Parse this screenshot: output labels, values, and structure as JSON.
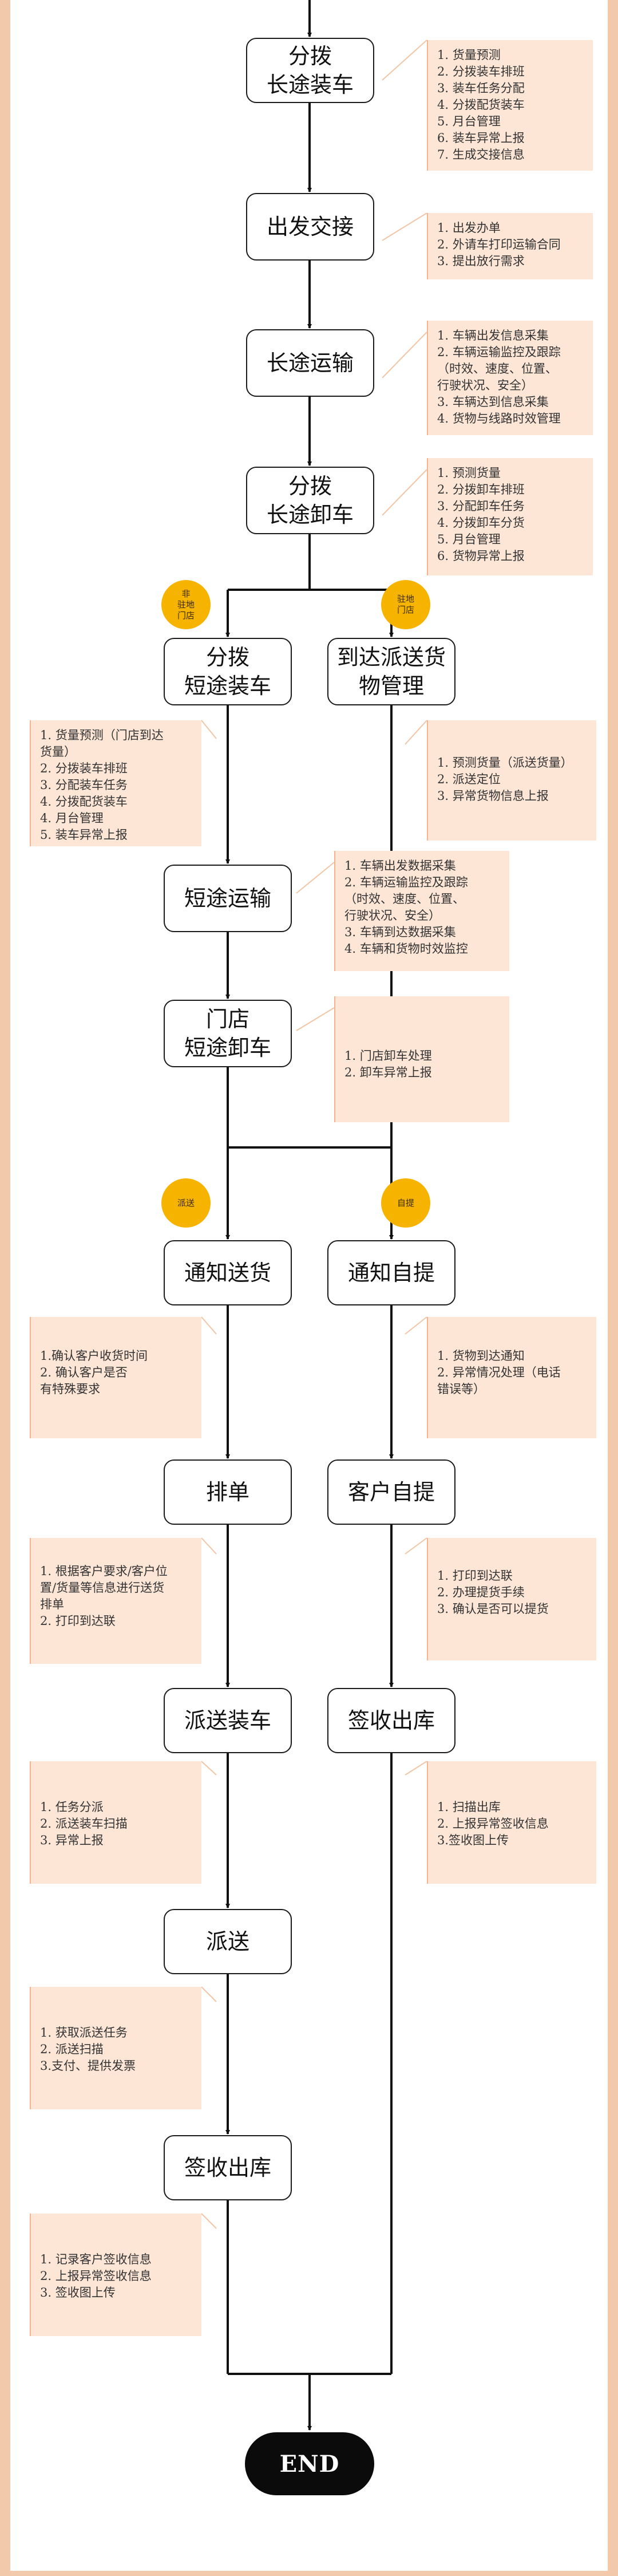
{
  "nodes": {
    "fenbo_longhaul_load": "分拨\n长途装车",
    "depart_handover": "出发交接",
    "longhaul_transport": "长途运输",
    "fenbo_longhaul_unload": "分拨\n长途卸车",
    "fenbo_shorthaul_load": "分拨\n短途装车",
    "arrive_dispatch_mgmt": "到达派送货\n物管理",
    "shorthaul_transport": "短途运输",
    "store_shorthaul_unload": "门店\n短途卸车",
    "notify_delivery": "通知送货",
    "notify_pickup": "通知自提",
    "schedule": "排单",
    "customer_pickup": "客户自提",
    "dispatch_load": "派送装车",
    "signoff_out_right": "签收出库",
    "deliver": "派送",
    "signoff_out_left": "签收出库",
    "end": "END"
  },
  "badges": {
    "non_landing_store": "非\n驻地\n门店",
    "landing_store": "驻地\n门店",
    "delivery": "派送",
    "self_pickup": "自提"
  },
  "notes": {
    "n1": [
      "1. 货量预测",
      "2. 分拨装车排班",
      "3. 装车任务分配",
      "4. 分拨配货装车",
      "5. 月台管理",
      "6. 装车异常上报",
      "7. 生成交接信息"
    ],
    "n2": [
      "1. 出发办单",
      "2. 外请车打印运输合同",
      "3. 提出放行需求"
    ],
    "n3": [
      "1. 车辆出发信息采集",
      "2. 车辆运输监控及跟踪",
      "（时效、速度、位置、",
      "行驶状况、安全）",
      "3. 车辆达到信息采集",
      "4. 货物与线路时效管理"
    ],
    "n4": [
      "1. 预测货量",
      "2. 分拨卸车排班",
      "3. 分配卸车任务",
      "4. 分拨卸车分货",
      "5. 月台管理",
      "6. 货物异常上报"
    ],
    "n5": [
      "1. 货量预测（门店到达",
      "货量）",
      "2. 分拨装车排班",
      "3. 分配装车任务",
      "4. 分拨配货装车",
      "4. 月台管理",
      "5. 装车异常上报"
    ],
    "n6": [
      "1. 预测货量（派送货量）",
      "2. 派送定位",
      "3. 异常货物信息上报"
    ],
    "n7": [
      "1. 车辆出发数据采集",
      "2. 车辆运输监控及跟踪",
      "（时效、速度、位置、",
      "行驶状况、安全）",
      "3. 车辆到达数据采集",
      "4. 车辆和货物时效监控"
    ],
    "n8": [
      "1. 门店卸车处理",
      "2. 卸车异常上报"
    ],
    "n9": [
      "1.确认客户收货时间",
      "2. 确认客户是否",
      "有特殊要求"
    ],
    "n10": [
      "1. 货物到达通知",
      "2. 异常情况处理（电话",
      "错误等）"
    ],
    "n11": [
      "1. 根据客户要求/客户位",
      "置/货量等信息进行送货",
      "排单",
      "2. 打印到达联"
    ],
    "n12": [
      "1. 打印到达联",
      "2. 办理提货手续",
      "3. 确认是否可以提货"
    ],
    "n13": [
      "1. 任务分派",
      "2. 派送装车扫描",
      "3. 异常上报"
    ],
    "n14": [
      "1. 扫描出库",
      "2. 上报异常签收信息",
      "3.签收图上传"
    ],
    "n15": [
      "1. 获取派送任务",
      "2. 派送扫描",
      "3.支付、提供发票"
    ],
    "n16": [
      "1. 记录客户签收信息",
      "2. 上报异常签收信息",
      "3. 签收图上传"
    ]
  }
}
